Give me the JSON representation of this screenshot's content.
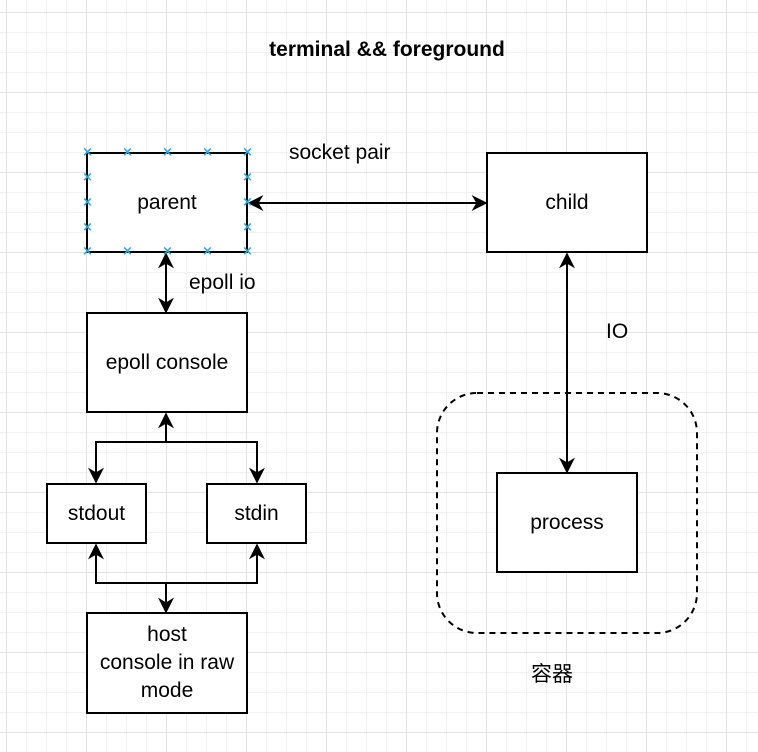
{
  "diagram": {
    "title": "terminal && foreground",
    "nodes": {
      "parent": "parent",
      "child": "child",
      "epoll_console": "epoll console",
      "stdout": "stdout",
      "stdin": "stdin",
      "host_console": "host\nconsole in raw\nmode",
      "process": "process"
    },
    "edge_labels": {
      "socket_pair": "socket pair",
      "epoll_io": "epoll io",
      "io": "IO"
    },
    "group_label": "容器",
    "selected_node": "parent",
    "selection_color": "#29a8e0"
  }
}
